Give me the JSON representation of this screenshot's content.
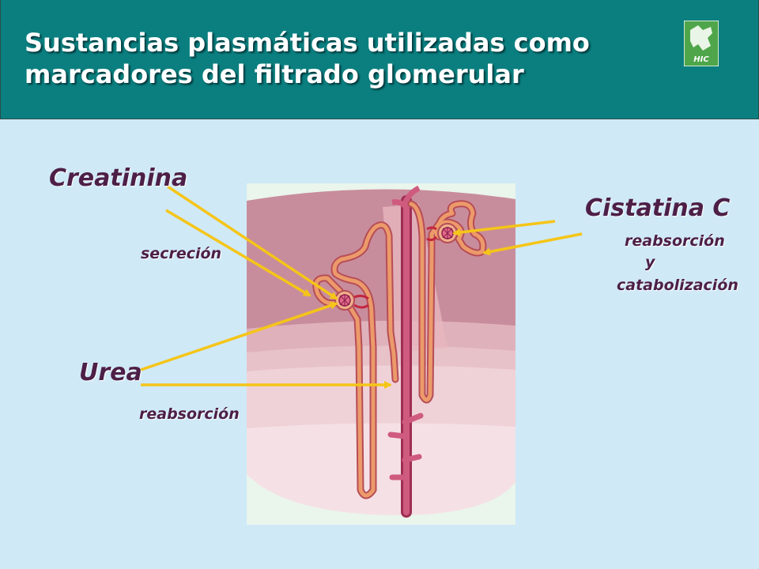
{
  "header": {
    "title": "Sustancias plasmáticas utilizadas como marcadores del filtrado glomerular",
    "logo_text": "HIC",
    "logo_icon": "hic-logo-icon"
  },
  "labels": {
    "creatinina": "Creatinina",
    "secrecion": "secreción",
    "urea": "Urea",
    "urea_reabsorcion": "reabsorción",
    "cistatina": "Cistatina C",
    "cistatina_reabsorcion": "reabsorción",
    "cistatina_y": "y",
    "cistatina_catabolizacion": "catabolización"
  },
  "colors": {
    "background": "#cfe9f7",
    "header": "#0b7f7f",
    "arrow": "#f5c518",
    "label_text": "#4d1f47",
    "tubule_orange": "#e6875d",
    "tubule_red": "#c2466b"
  }
}
